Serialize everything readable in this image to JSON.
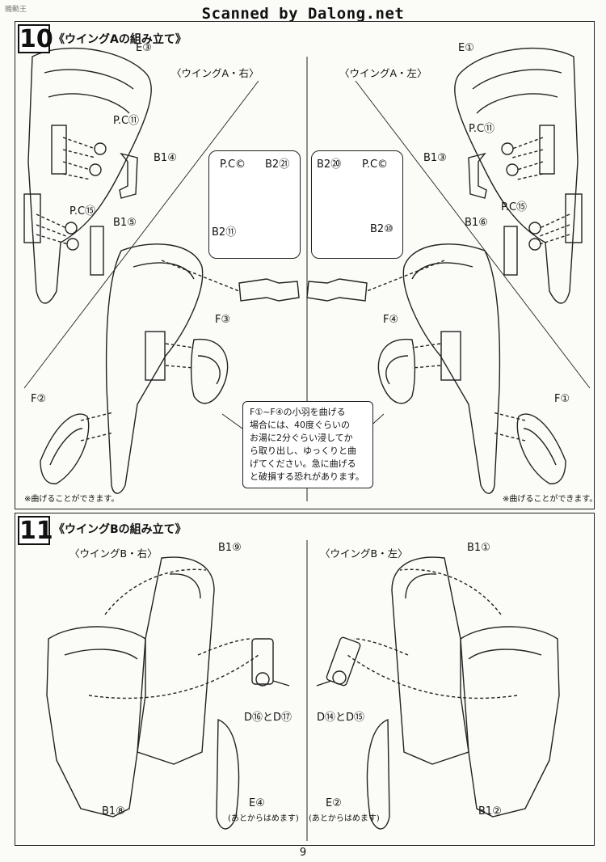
{
  "header": {
    "banner": "Scanned by Dalong.net",
    "corner_mark": "機動王"
  },
  "step10": {
    "number": "10",
    "title": "《ウイングAの組み立て》",
    "right_label": "〈ウイングA・右〉",
    "left_label": "〈ウイングA・左〉",
    "parts": {
      "e3": "E③",
      "e1": "E①",
      "pcd_r": "P.C⑪",
      "pcd_l": "P.C⑪",
      "b1_4": "B1④",
      "b1_3": "B1③",
      "pcf_r": "P.C⑮",
      "pcf_l": "P.C⑮",
      "b1_5": "B1⑤",
      "b1_6": "B1⑥",
      "f3": "F③",
      "f4": "F④",
      "f2": "F②",
      "f1": "F①"
    },
    "inset_right": {
      "pcc": "P.C©",
      "b2_top": "B2㉑",
      "b2_bottom": "B2⑪"
    },
    "inset_left": {
      "b2_top": "B2⑳",
      "pcc": "P.C©",
      "b2_bottom": "B2⑩"
    },
    "note_lines": [
      "F①~F④の小羽を曲げる",
      "場合には、40度ぐらいの",
      "お湯に2分ぐらい浸してか",
      "ら取り出し、ゆっくりと曲",
      "げてください。急に曲げる",
      "と破損する恐れがあります。"
    ],
    "bend_note_left": "※曲げることができます。",
    "bend_note_right": "※曲げることができます。"
  },
  "step11": {
    "number": "11",
    "title": "《ウイングBの組み立て》",
    "right_label": "〈ウイングB・右〉",
    "left_label": "〈ウイングB・左〉",
    "parts": {
      "b1_9": "B1⑨",
      "b1_1": "B1①",
      "d_r": "D⑯とD⑰",
      "d_l": "D⑭とD⑮",
      "e4": "E④",
      "e2": "E②",
      "later_r": "(あとからはめます)",
      "later_l": "(あとからはめます)",
      "b1_8": "B1⑧",
      "b1_2": "B1②"
    }
  },
  "footer": {
    "page_number": "9"
  }
}
